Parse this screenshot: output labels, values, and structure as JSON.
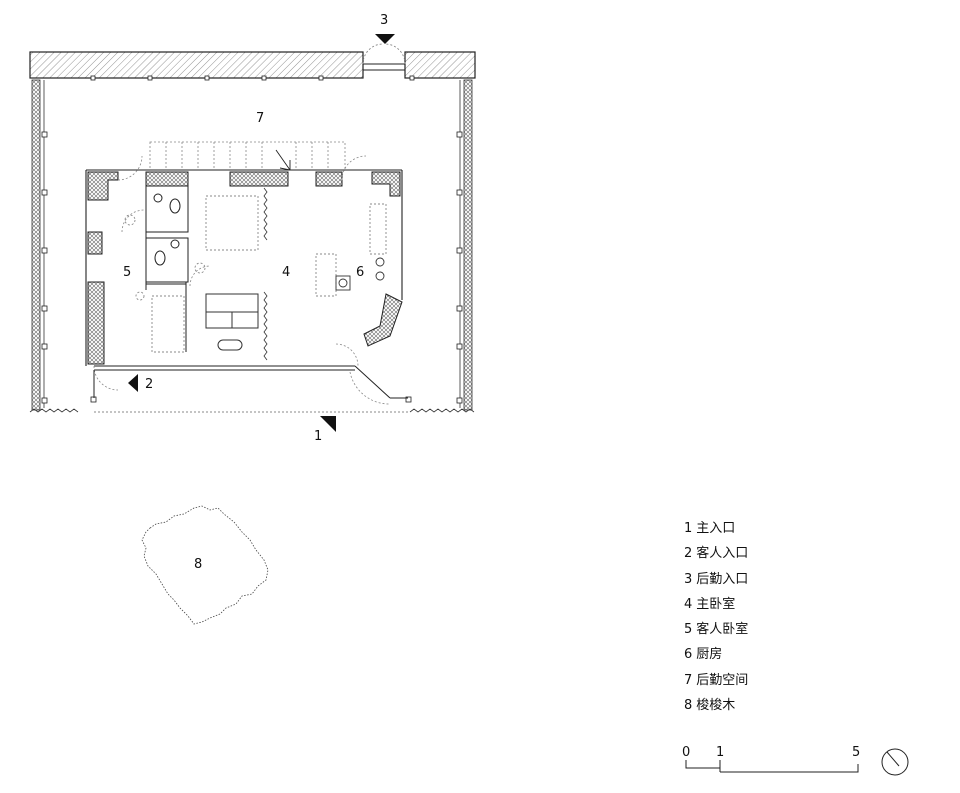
{
  "plan": {
    "markers": [
      {
        "id": "entry-main",
        "text": "1"
      },
      {
        "id": "entry-guest",
        "text": "2"
      },
      {
        "id": "entry-service",
        "text": "3"
      }
    ],
    "rooms": [
      {
        "id": "master-bedroom",
        "text": "4"
      },
      {
        "id": "guest-bedroom",
        "text": "5"
      },
      {
        "id": "kitchen",
        "text": "6"
      },
      {
        "id": "service-space",
        "text": "7"
      },
      {
        "id": "tree",
        "text": "8"
      }
    ]
  },
  "legend": {
    "items": [
      {
        "num": "1",
        "label": "主入口"
      },
      {
        "num": "2",
        "label": "客人入口"
      },
      {
        "num": "3",
        "label": "后勤入口"
      },
      {
        "num": "4",
        "label": "主卧室"
      },
      {
        "num": "5",
        "label": "客人卧室"
      },
      {
        "num": "6",
        "label": "厨房"
      },
      {
        "num": "7",
        "label": "后勤空间"
      },
      {
        "num": "8",
        "label": "梭梭木"
      }
    ]
  },
  "scale_bar": {
    "ticks": [
      "0",
      "1",
      "5"
    ]
  },
  "colors": {
    "line": "#222222",
    "hatch": "#555555",
    "dotted": "#888888"
  }
}
